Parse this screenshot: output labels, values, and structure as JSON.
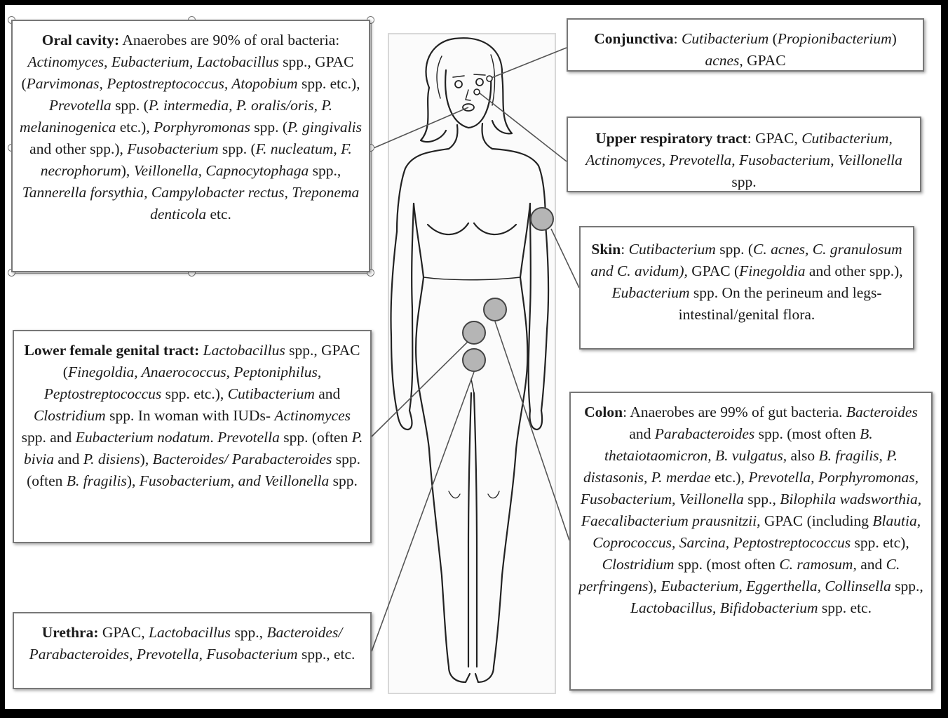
{
  "oral_cavity": {
    "heading": "Oral cavity:",
    "segments": [
      {
        "t": " Anaerobes are 90% of oral bacteria: ",
        "i": false
      },
      {
        "t": "Actinomyces",
        "i": true
      },
      {
        "t": ", ",
        "i": false
      },
      {
        "t": "Eubacterium, Lactobacillus",
        "i": true
      },
      {
        "t": " spp., GPAC (",
        "i": false
      },
      {
        "t": "Parvimonas, Peptostreptococcus, Atopobium",
        "i": true
      },
      {
        "t": " spp. etc.), ",
        "i": false
      },
      {
        "t": "Prevotella",
        "i": true
      },
      {
        "t": " spp. (",
        "i": false
      },
      {
        "t": "P. intermedia, P. oralis/oris, P. melaninogenica",
        "i": true
      },
      {
        "t": " etc.), ",
        "i": false
      },
      {
        "t": "Porphyromonas",
        "i": true
      },
      {
        "t": " spp. (",
        "i": false
      },
      {
        "t": "P. gingivalis",
        "i": true
      },
      {
        "t": " and other spp.),  ",
        "i": false
      },
      {
        "t": "Fusobacterium",
        "i": true
      },
      {
        "t": " spp. (",
        "i": false
      },
      {
        "t": "F. nucleatum",
        "i": true
      },
      {
        "t": ", ",
        "i": false
      },
      {
        "t": "F. necrophorum",
        "i": true
      },
      {
        "t": "), ",
        "i": false
      },
      {
        "t": "Veillonella, Capnocytophaga",
        "i": true
      },
      {
        "t": " spp., ",
        "i": false
      },
      {
        "t": "Tannerella forsythia, Campylobacter rectus, Treponema denticola",
        "i": true
      },
      {
        "t": " etc.",
        "i": false
      }
    ]
  },
  "conjunctiva": {
    "heading": "Conjunctiva",
    "segments": [
      {
        "t": ": ",
        "i": false
      },
      {
        "t": "Cutibacterium",
        "i": true
      },
      {
        "t": " (",
        "i": false
      },
      {
        "t": "Propionibacterium",
        "i": true
      },
      {
        "t": ") ",
        "i": false
      },
      {
        "t": "acnes",
        "i": true
      },
      {
        "t": ", GPAC",
        "i": false
      }
    ]
  },
  "upper_respiratory": {
    "heading": "Upper respiratory tract",
    "segments": [
      {
        "t": ": GPAC, ",
        "i": false
      },
      {
        "t": "Cutibacterium",
        "i": true
      },
      {
        "t": ",  ",
        "i": false
      },
      {
        "t": "Actinomyces",
        "i": true
      },
      {
        "t": ", ",
        "i": false
      },
      {
        "t": "Prevotella",
        "i": true
      },
      {
        "t": ", ",
        "i": false
      },
      {
        "t": "Fusobacterium",
        "i": true
      },
      {
        "t": ", ",
        "i": false
      },
      {
        "t": "Veillonella",
        "i": true
      },
      {
        "t": " spp.",
        "i": false
      }
    ]
  },
  "skin": {
    "heading": "Skin",
    "segments": [
      {
        "t": ": ",
        "i": false
      },
      {
        "t": "Cutibacterium",
        "i": true
      },
      {
        "t": "  spp. (",
        "i": false
      },
      {
        "t": "C. acnes, C. granulosum and C. avidum),",
        "i": true
      },
      {
        "t": " GPAC (",
        "i": false
      },
      {
        "t": "Finegoldia",
        "i": true
      },
      {
        "t": "  and other spp.), ",
        "i": false
      },
      {
        "t": "Eubacterium",
        "i": true
      },
      {
        "t": " spp. On the perineum and legs- intestinal/genital flora.",
        "i": false
      }
    ]
  },
  "lower_female_genital": {
    "heading": "Lower female genital  tract:",
    "segments": [
      {
        "t": " ",
        "i": false
      },
      {
        "t": "Lactobacillus",
        "i": true
      },
      {
        "t": " spp., GPAC (",
        "i": false
      },
      {
        "t": "Finegoldia, Anaerococcus, Peptoniphilus, Peptostreptococcus",
        "i": true
      },
      {
        "t": " spp. etc.), ",
        "i": false
      },
      {
        "t": "Cutibacterium",
        "i": true
      },
      {
        "t": "  and ",
        "i": false
      },
      {
        "t": "Clostridium",
        "i": true
      },
      {
        "t": " spp. In woman with IUDs- ",
        "i": false
      },
      {
        "t": "Actinomyces",
        "i": true
      },
      {
        "t": " spp. and ",
        "i": false
      },
      {
        "t": "Eubacterium nodatum",
        "i": true
      },
      {
        "t": ". ",
        "i": false
      },
      {
        "t": "Prevotella",
        "i": true
      },
      {
        "t": " spp. (often ",
        "i": false
      },
      {
        "t": "P. bivia",
        "i": true
      },
      {
        "t": " and  ",
        "i": false
      },
      {
        "t": "P. disiens",
        "i": true
      },
      {
        "t": "), ",
        "i": false
      },
      {
        "t": "Bacteroides/ Parabacteroides",
        "i": true
      },
      {
        "t": " spp. (often ",
        "i": false
      },
      {
        "t": "B. fragilis",
        "i": true
      },
      {
        "t": "), ",
        "i": false
      },
      {
        "t": "Fusobacterium, and Veillonella",
        "i": true
      },
      {
        "t": " spp.",
        "i": false
      }
    ]
  },
  "urethra": {
    "heading": "Urethra:",
    "segments": [
      {
        "t": " GPAC,  ",
        "i": false
      },
      {
        "t": "Lactobacillus",
        "i": true
      },
      {
        "t": " spp., ",
        "i": false
      },
      {
        "t": "Bacteroides/ Parabacteroides",
        "i": true
      },
      {
        "t": ", ",
        "i": false
      },
      {
        "t": "Prevotella",
        "i": true
      },
      {
        "t": ", ",
        "i": false
      },
      {
        "t": "Fusobacterium",
        "i": true
      },
      {
        "t": " spp., etc.",
        "i": false
      }
    ]
  },
  "colon": {
    "heading": "Colon",
    "segments": [
      {
        "t": ": Anaerobes are 99% of gut bacteria.  ",
        "i": false
      },
      {
        "t": "Bacteroides",
        "i": true
      },
      {
        "t": " and ",
        "i": false
      },
      {
        "t": "Parabacteroides",
        "i": true
      },
      {
        "t": " spp. (most often ",
        "i": false
      },
      {
        "t": "B. thetaiotaomicron, B. vulgatus,",
        "i": true
      },
      {
        "t": " also ",
        "i": false
      },
      {
        "t": "B. fragilis, P. distasonis, P. merdae",
        "i": true
      },
      {
        "t": "  etc.), ",
        "i": false
      },
      {
        "t": "Prevotella, Porphyromonas, Fusobacterium",
        "i": true
      },
      {
        "t": ", ",
        "i": false
      },
      {
        "t": "Veillonella",
        "i": true
      },
      {
        "t": " spp.",
        "i": false
      },
      {
        "t": ", Bilophila wadsworthia, Faecalibacterium prausnitzii,",
        "i": true
      },
      {
        "t": " GPAC (including ",
        "i": false
      },
      {
        "t": "Blautia, Coprococcus, Sarcina, Peptostreptococcus",
        "i": true
      },
      {
        "t": " spp. etc), ",
        "i": false
      },
      {
        "t": "Clostridium",
        "i": true
      },
      {
        "t": " spp. (most often ",
        "i": false
      },
      {
        "t": "C. ramosum",
        "i": true
      },
      {
        "t": ", and ",
        "i": false
      },
      {
        "t": "C. perfringens",
        "i": true
      },
      {
        "t": "), ",
        "i": false
      },
      {
        "t": "Eubacterium, Eggerthella, Collinsella",
        "i": true
      },
      {
        "t": " spp., ",
        "i": false
      },
      {
        "t": "Lactobacillus, Bifidobacterium",
        "i": true
      },
      {
        "t": " spp. etc.",
        "i": false
      }
    ]
  },
  "colors": {
    "background": "#000000",
    "panel": "#ffffff",
    "box_border": "#777777",
    "marker_fill": "#b5b5b5",
    "line": "#555555"
  }
}
